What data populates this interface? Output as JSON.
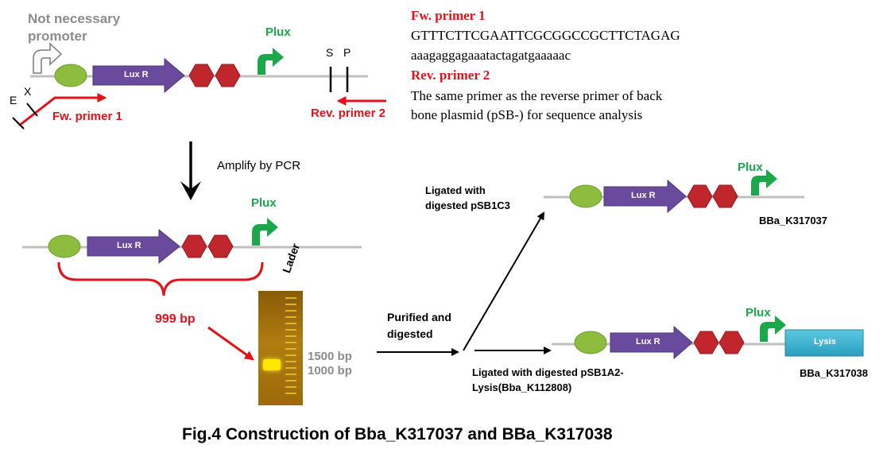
{
  "colors": {
    "red": "#e3121a",
    "green": "#1aa84a",
    "gray": "#8c8c8c",
    "purple": "#6a4a9c",
    "hex": "#c0272d",
    "oval": "#8cbd3f",
    "lysis": "#3fb6d3",
    "backbone": "#bfbfbf"
  },
  "top_left": {
    "promoter_note": "Not necessary\npromoter",
    "plux": "Plux",
    "lux_r": "Lux R",
    "site_s": "S",
    "site_p": "P",
    "site_e": "E",
    "site_x": "X",
    "fw_primer": "Fw. primer 1",
    "rev_primer": "Rev. primer 2"
  },
  "primer_info": {
    "fw_title": "Fw. primer 1",
    "fw_seq1": "GTTTCTTCGAATTCGCGGCCGCTTCTAGAG",
    "fw_seq2": "aaagaggagaaatactagatgaaaaac",
    "rev_title": "Rev. primer 2",
    "rev_text1": "The same primer as the reverse primer of back",
    "rev_text2": "bone plasmid (pSB-) for sequence analysis"
  },
  "pcr": {
    "label": "Amplify by PCR",
    "plux": "Plux",
    "lux_r": "Lux R",
    "size": "999 bp",
    "ladder": "Lader",
    "band_1500": "1500 bp",
    "band_1000": "1000 bp"
  },
  "cloning": {
    "purified": "Purified and\ndigested",
    "ligated_top": "Ligated with\ndigested pSB1C3",
    "ligated_bottom": "Ligated with digested pSB1A2-\nLysis(Bba_K112808)",
    "top_construct": {
      "plux": "Plux",
      "lux_r": "Lux R",
      "name": "BBa_K317037"
    },
    "bottom_construct": {
      "plux": "Plux",
      "lux_r": "Lux R",
      "lysis": "Lysis",
      "name": "BBa_K317038"
    }
  },
  "caption": "Fig.4 Construction of Bba_K317037 and BBa_K317038"
}
